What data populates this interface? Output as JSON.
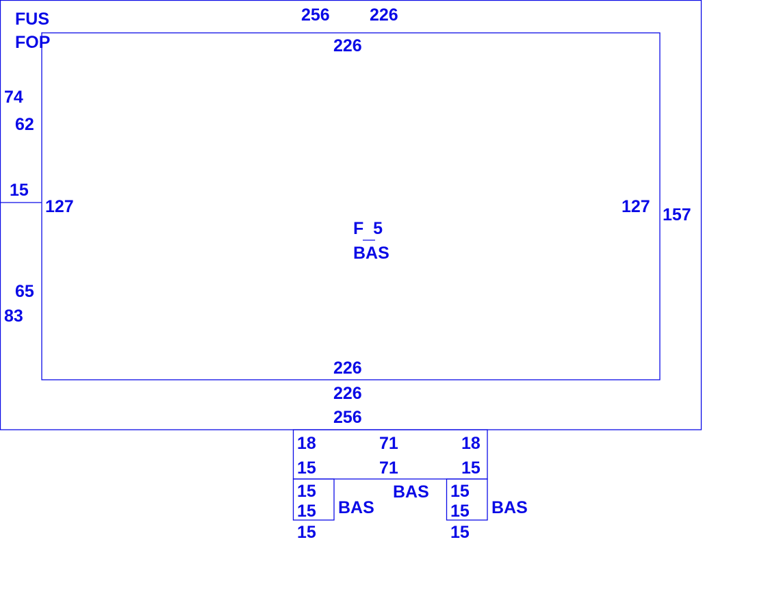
{
  "labels": {
    "top_outer": "256",
    "top_inner_a": "226",
    "top_inner_b": "226",
    "fus": "FUS",
    "fop": "FOP",
    "left_74": "74",
    "left_62": "62",
    "left_15": "15",
    "left_inner_127": "127",
    "right_inner_127": "127",
    "right_outer_157": "157",
    "center_f5": "F  5",
    "center_bas": "BAS",
    "left_65": "65",
    "left_83": "83",
    "bottom_inner_a": "226",
    "bottom_inner_b": "226",
    "bottom_outer": "256",
    "base_top_71": "71",
    "base_left_18": "18",
    "base_right_18": "18",
    "base_left_15": "15",
    "base_mid_71": "71",
    "base_right_15": "15",
    "base_bas": "BAS",
    "foot_left_15a": "15",
    "foot_left_15b": "15",
    "foot_left_15c": "15",
    "foot_left_bas": "BAS",
    "foot_right_15a": "15",
    "foot_right_15b": "15",
    "foot_right_15c": "15",
    "foot_right_bas": "BAS"
  },
  "colors": {
    "stroke": "#0a0ae6"
  }
}
